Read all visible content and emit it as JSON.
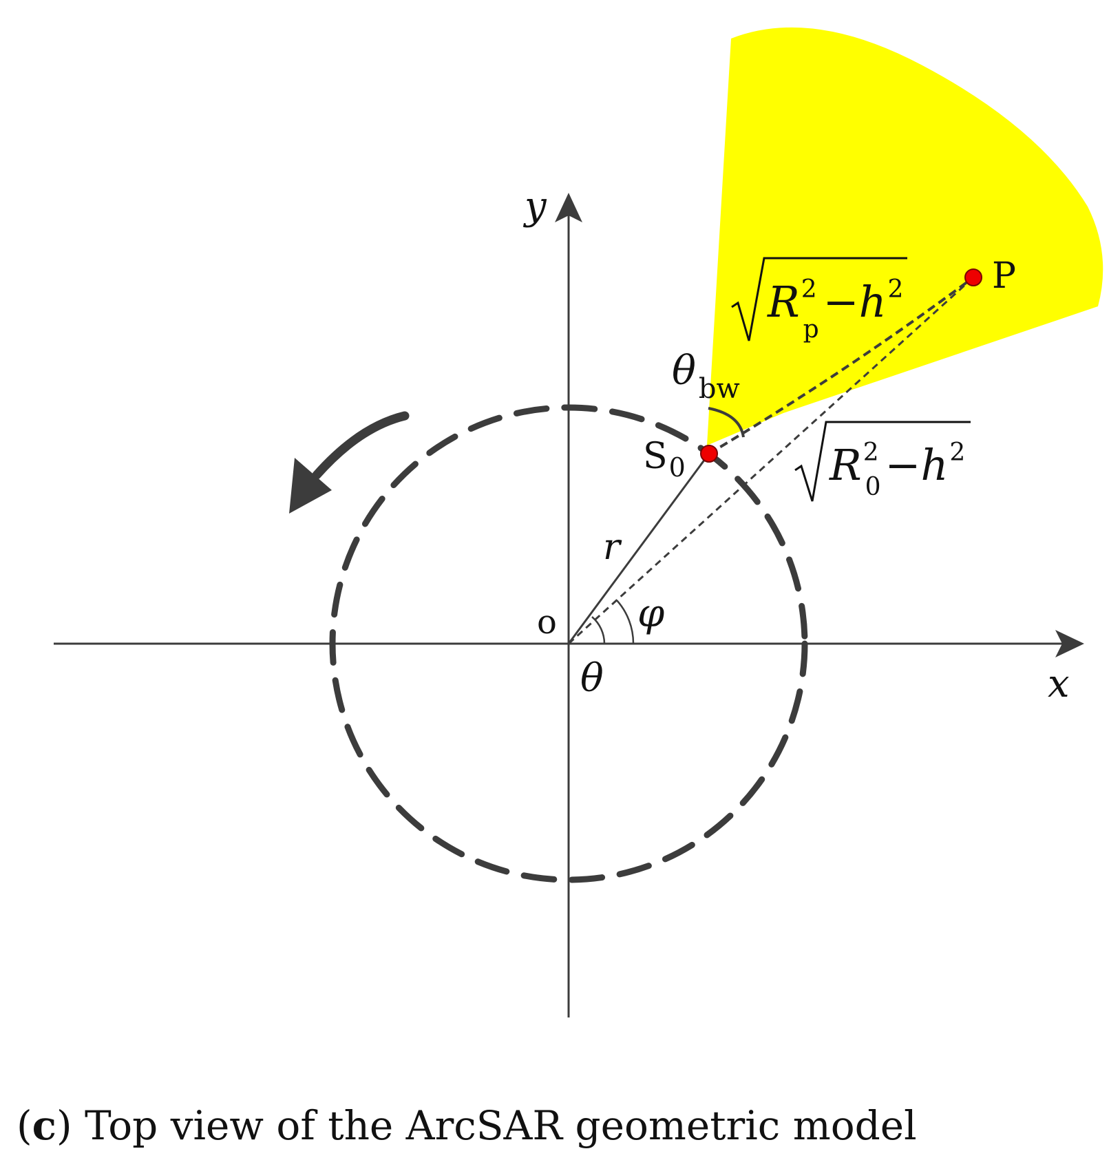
{
  "diagram": {
    "colors": {
      "beam": "#ffff00",
      "stroke": "#3c3c3c",
      "point": "#ee0000",
      "text": "#111111"
    },
    "labels": {
      "x_axis": "x",
      "y_axis": "y",
      "origin": "o",
      "radius": "r",
      "phi": "φ",
      "theta": "θ",
      "theta_bw": "θ",
      "theta_bw_sub": "bw",
      "sensor_main": "S",
      "sensor_sub": "0",
      "target": "P",
      "range_p": {
        "prefix": "R",
        "sub": "p",
        "sup": "2",
        "minus": "−",
        "h": "h",
        "h_sup": "2"
      },
      "range_0": {
        "prefix": "R",
        "sub": "0",
        "sup": "2",
        "minus": "−",
        "h": "h",
        "h_sup": "2"
      }
    },
    "icons": [
      "rotation-arrow-icon",
      "x-axis-arrow-icon",
      "y-axis-arrow-icon"
    ]
  },
  "caption": {
    "open": "(",
    "letter": "c",
    "close": ")",
    "text": " Top view of the ArcSAR geometric model"
  }
}
